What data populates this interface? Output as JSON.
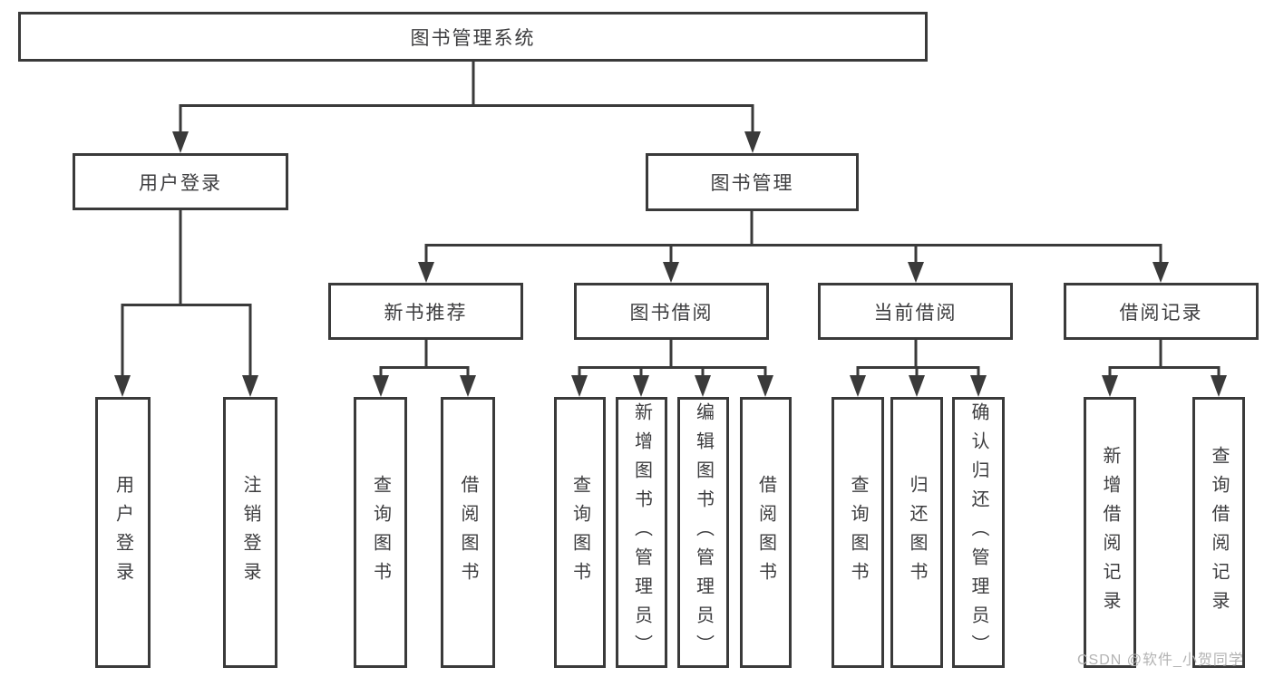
{
  "tree": {
    "label": "图书管理系统",
    "children": [
      {
        "label": "用户登录",
        "children": [
          {
            "label": "用户登录"
          },
          {
            "label": "注销登录"
          }
        ]
      },
      {
        "label": "图书管理",
        "children": [
          {
            "label": "新书推荐",
            "children": [
              {
                "label": "查询图书"
              },
              {
                "label": "借阅图书"
              }
            ]
          },
          {
            "label": "图书借阅",
            "children": [
              {
                "label": "查询图书"
              },
              {
                "label": "新增图书（管理员）"
              },
              {
                "label": "编辑图书（管理员）"
              },
              {
                "label": "借阅图书"
              }
            ]
          },
          {
            "label": "当前借阅",
            "children": [
              {
                "label": "查询图书"
              },
              {
                "label": "归还图书"
              },
              {
                "label": "确认归还（管理员）"
              }
            ]
          },
          {
            "label": "借阅记录",
            "children": [
              {
                "label": "新增借阅记录"
              },
              {
                "label": "查询借阅记录"
              }
            ]
          }
        ]
      }
    ]
  },
  "watermark": "CSDN @软件_小贺同学",
  "colors": {
    "line": "#3a3a3a",
    "text": "#3d3d3f",
    "watermark": "#b3b3b3",
    "background": "#ffffff"
  }
}
